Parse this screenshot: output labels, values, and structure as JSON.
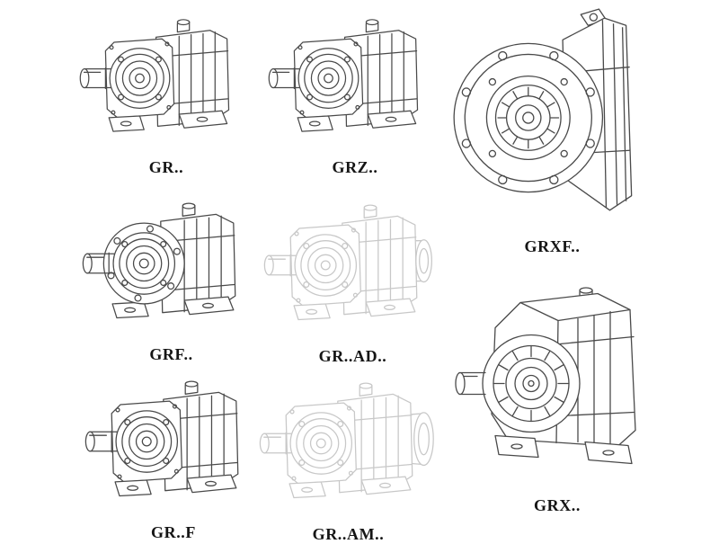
{
  "colors": {
    "background": "#ffffff",
    "line": "#4a4a4a",
    "ghost_line": "#c8c8c8",
    "label_text": "#151515"
  },
  "figures": [
    {
      "label": "GR..",
      "drawing": "foot-mounted-gear-reducer",
      "tone": "solid"
    },
    {
      "label": "GRZ..",
      "drawing": "foot-mounted-gear-reducer",
      "tone": "solid"
    },
    {
      "label": "GRXF..",
      "drawing": "flange-mounted-gear-reducer-front",
      "tone": "solid"
    },
    {
      "label": "GRF..",
      "drawing": "flange-with-feet-gear-reducer",
      "tone": "solid"
    },
    {
      "label": "GR..AD..",
      "drawing": "gear-reducer-with-input-adapter",
      "tone": "ghost"
    },
    {
      "label": "GR..F",
      "drawing": "foot-mounted-gear-reducer",
      "tone": "solid"
    },
    {
      "label": "GR..AM..",
      "drawing": "gear-reducer-with-motor-adapter",
      "tone": "ghost"
    },
    {
      "label": "GRX..",
      "drawing": "large-foot-mounted-gear-reducer",
      "tone": "solid"
    }
  ]
}
